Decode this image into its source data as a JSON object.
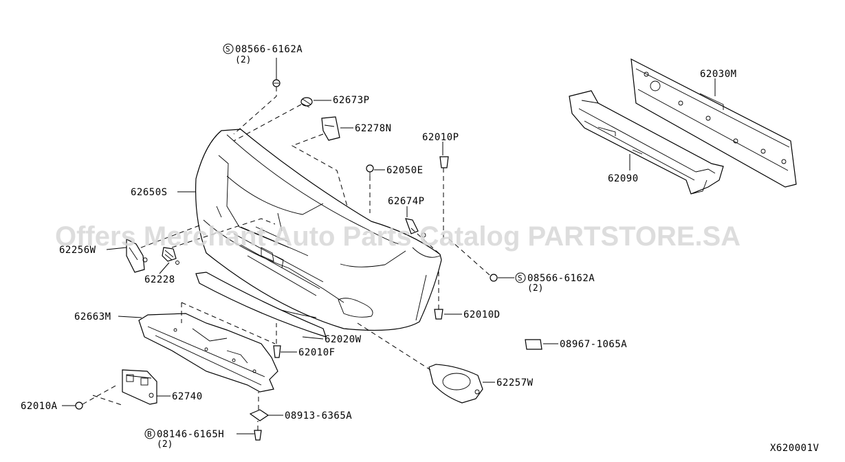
{
  "diagram": {
    "ref_code": "X620001V",
    "watermark": "Offers Merchant Auto Parts Catalog PARTSTORE.SA",
    "callouts": {
      "p08566_6162A_top": {
        "mark": "S",
        "number": "08566-6162A",
        "qty": "(2)"
      },
      "p62673P": {
        "number": "62673P"
      },
      "p62278N": {
        "number": "62278N"
      },
      "p62010P": {
        "number": "62010P"
      },
      "p62050E": {
        "number": "62050E"
      },
      "p62650S": {
        "number": "62650S"
      },
      "p62674P": {
        "number": "62674P"
      },
      "p62256W": {
        "number": "62256W"
      },
      "p62228": {
        "number": "62228"
      },
      "p08566_6162A_right": {
        "mark": "S",
        "number": "08566-6162A",
        "qty": "(2)"
      },
      "p62010D": {
        "number": "62010D"
      },
      "p62663M": {
        "number": "62663M"
      },
      "p62020W": {
        "number": "62020W"
      },
      "p62010F": {
        "number": "62010F"
      },
      "p08967_1065A": {
        "number": "08967-1065A"
      },
      "p62257W": {
        "number": "62257W"
      },
      "p62740": {
        "number": "62740"
      },
      "p62010A": {
        "number": "62010A"
      },
      "p08913_6365A": {
        "number": "08913-6365A"
      },
      "p08146_6165H": {
        "mark": "B",
        "number": "08146-6165H",
        "qty": "(2)"
      },
      "p62030M": {
        "number": "62030M"
      },
      "p62090": {
        "number": "62090"
      }
    }
  }
}
